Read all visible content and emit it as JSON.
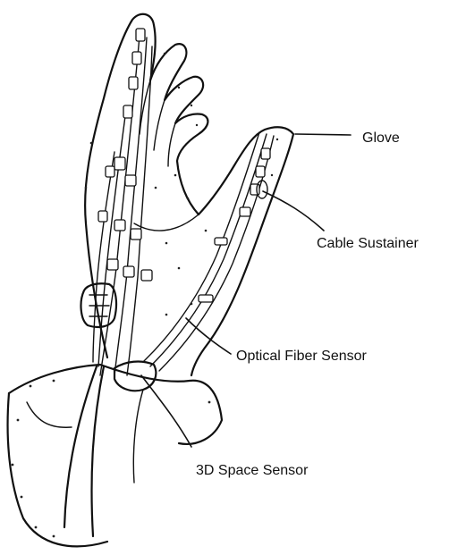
{
  "labels": {
    "glove": "Glove",
    "cable_sustainer": "Cable Sustainer",
    "optical_fiber_sensor": "Optical Fiber Sensor",
    "space_sensor_3d": "3D Space Sensor"
  },
  "colors": {
    "ink": "#111111",
    "paper": "#ffffff"
  }
}
